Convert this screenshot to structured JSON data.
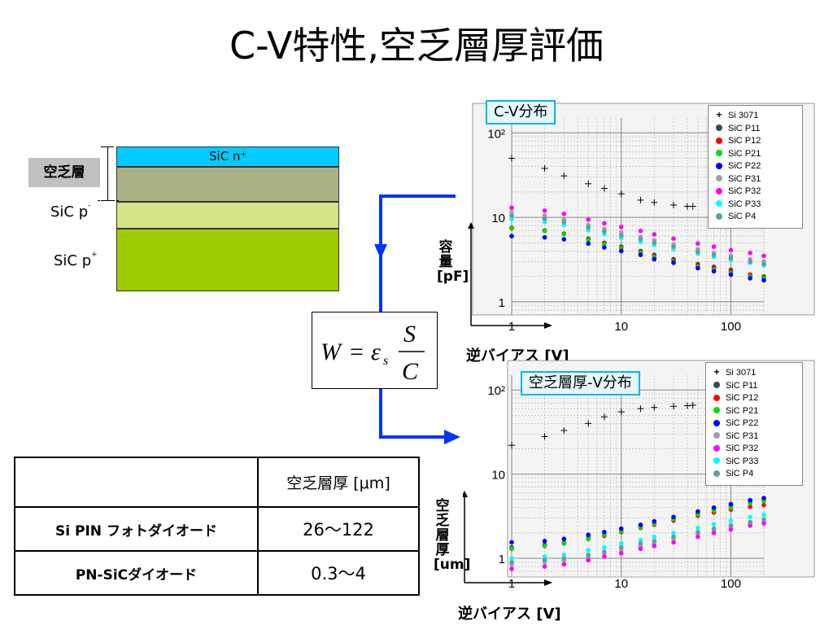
{
  "title": "C-V特性,空乏層厚評価",
  "layers": {
    "n_label": "SiC n",
    "n_sup": "+",
    "depletion_label": "空乏層",
    "p_label": "SiC p",
    "p_sup": "-",
    "pplus_label": "SiC p",
    "pplus_sup": "+"
  },
  "formula": {
    "text": "W = εs S / C"
  },
  "colors": {
    "accent_blue": "#0033ff",
    "tag_border": "#00b8e6",
    "n_layer": "#00ccff",
    "p_plus_layer": "#9dcc00"
  },
  "table": {
    "header": [
      "",
      "空乏層厚 [μm]"
    ],
    "rows": [
      {
        "device": "Si PIN フォトダイオード",
        "value": "26〜122"
      },
      {
        "device": "PN-SiCダイオード",
        "value": "0.3〜4"
      }
    ]
  },
  "legend_items": [
    {
      "name": "Si 3071",
      "marker": "+",
      "color": "#000000"
    },
    {
      "name": "SiC P11",
      "marker": "dot",
      "color": "#2f4f4f"
    },
    {
      "name": "SiC P12",
      "marker": "dot",
      "color": "#ff0000"
    },
    {
      "name": "SiC P21",
      "marker": "dot",
      "color": "#00dd00"
    },
    {
      "name": "SiC P22",
      "marker": "dot",
      "color": "#0000ff"
    },
    {
      "name": "SiC P31",
      "marker": "dot",
      "color": "#a0a0a0"
    },
    {
      "name": "SiC P32",
      "marker": "dot",
      "color": "#ff00ff"
    },
    {
      "name": "SiC P33",
      "marker": "dot",
      "color": "#00ffff"
    },
    {
      "name": "SiC P4",
      "marker": "dot",
      "color": "#5f9ea0"
    }
  ],
  "chart_data": [
    {
      "type": "scatter",
      "tag": "C-V分布",
      "xlabel": "逆バイアス [V]",
      "ylabel": "容量[pF]",
      "x_scale": "log",
      "y_scale": "log",
      "xlim": [
        1,
        200
      ],
      "ylim": [
        0.7,
        150
      ],
      "x_ticks": [
        "1",
        "10",
        "100"
      ],
      "y_ticks": [
        "1",
        "10",
        "10²"
      ],
      "grid": true,
      "legend": "top-right",
      "series": [
        {
          "name": "Si 3071",
          "color": "#000000",
          "marker": "+",
          "x": [
            1,
            2,
            3,
            5,
            7,
            10,
            15,
            20,
            30,
            40,
            45
          ],
          "y": [
            50,
            38,
            31,
            25,
            22,
            19,
            16,
            15,
            14,
            13.5,
            13.5
          ]
        },
        {
          "name": "SiC P11",
          "color": "#2f4f4f",
          "marker": "dot",
          "x": [
            1,
            2,
            3,
            5,
            7,
            10,
            15,
            20,
            30,
            50,
            70,
            100,
            150,
            200
          ],
          "y": [
            7.5,
            7.0,
            6.4,
            5.6,
            5.0,
            4.5,
            4.0,
            3.6,
            3.2,
            2.8,
            2.6,
            2.4,
            2.1,
            2.0
          ]
        },
        {
          "name": "SiC P12",
          "color": "#ff0000",
          "marker": "dot",
          "x": [
            1,
            2,
            3,
            5,
            7,
            10,
            15,
            20,
            30,
            50,
            70,
            100,
            150,
            200
          ],
          "y": [
            7.5,
            7.0,
            6.4,
            5.5,
            4.9,
            4.4,
            3.9,
            3.5,
            3.1,
            2.7,
            2.5,
            2.3,
            2.1,
            1.9
          ]
        },
        {
          "name": "SiC P21",
          "color": "#00dd00",
          "marker": "dot",
          "x": [
            1,
            2,
            3,
            5,
            7,
            10,
            15,
            20,
            30,
            50,
            70,
            100,
            150,
            200
          ],
          "y": [
            7.4,
            6.9,
            6.3,
            5.4,
            4.8,
            4.3,
            3.8,
            3.4,
            3.0,
            2.6,
            2.4,
            2.2,
            2.0,
            1.9
          ]
        },
        {
          "name": "SiC P22",
          "color": "#0000ff",
          "marker": "dot",
          "x": [
            1,
            2,
            3,
            5,
            7,
            10,
            15,
            20,
            30,
            50,
            70,
            100,
            150,
            200
          ],
          "y": [
            6.0,
            5.8,
            5.5,
            4.9,
            4.4,
            4.0,
            3.6,
            3.2,
            2.9,
            2.5,
            2.3,
            2.1,
            1.9,
            1.8
          ]
        },
        {
          "name": "SiC P31",
          "color": "#a0a0a0",
          "marker": "dot",
          "x": [
            1,
            2,
            3,
            5,
            7,
            10,
            15,
            20,
            30,
            50,
            70,
            100,
            150,
            200
          ],
          "y": [
            11.5,
            10.5,
            9.4,
            8.1,
            7.3,
            6.6,
            5.9,
            5.4,
            4.8,
            4.2,
            3.8,
            3.5,
            3.2,
            3.0
          ]
        },
        {
          "name": "SiC P32",
          "color": "#ff00ff",
          "marker": "dot",
          "x": [
            1,
            2,
            3,
            5,
            7,
            10,
            15,
            20,
            30,
            50,
            70,
            100,
            150,
            200
          ],
          "y": [
            13.0,
            12.0,
            11.0,
            9.4,
            8.5,
            7.7,
            6.9,
            6.3,
            5.6,
            4.9,
            4.5,
            4.1,
            3.8,
            3.5
          ]
        },
        {
          "name": "SiC P33",
          "color": "#00ffff",
          "marker": "dot",
          "x": [
            1,
            2,
            3,
            5,
            7,
            10,
            15,
            20,
            30,
            50,
            70,
            100,
            150,
            200
          ],
          "y": [
            9.5,
            8.8,
            8.1,
            7.0,
            6.3,
            5.7,
            5.1,
            4.7,
            4.2,
            3.7,
            3.4,
            3.1,
            2.9,
            2.7
          ]
        },
        {
          "name": "SiC P4",
          "color": "#5f9ea0",
          "marker": "dot",
          "x": [
            1,
            2,
            3,
            5,
            7,
            10,
            15,
            20,
            30,
            50,
            70,
            100,
            150,
            200
          ],
          "y": [
            10.5,
            9.6,
            8.8,
            7.6,
            6.8,
            6.1,
            5.5,
            5.0,
            4.5,
            3.9,
            3.6,
            3.3,
            3.0,
            2.8
          ]
        }
      ]
    },
    {
      "type": "scatter",
      "tag": "空乏層厚-V分布",
      "xlabel": "逆バイアス [V]",
      "ylabel": "空乏層厚[um]",
      "x_scale": "log",
      "y_scale": "log",
      "xlim": [
        1,
        200
      ],
      "ylim": [
        0.6,
        150
      ],
      "x_ticks": [
        "1",
        "10",
        "100"
      ],
      "y_ticks": [
        "1",
        "10",
        "10²"
      ],
      "grid": true,
      "legend": "top-right",
      "series": [
        {
          "name": "Si 3071",
          "color": "#000000",
          "marker": "+",
          "x": [
            1,
            2,
            3,
            5,
            7,
            10,
            15,
            20,
            30,
            40,
            45
          ],
          "y": [
            22,
            28,
            33,
            40,
            48,
            55,
            60,
            62,
            64,
            65,
            66
          ]
        },
        {
          "name": "SiC P11",
          "color": "#2f4f4f",
          "marker": "dot",
          "x": [
            1,
            2,
            3,
            5,
            7,
            10,
            15,
            20,
            30,
            50,
            70,
            100,
            150,
            200
          ],
          "y": [
            1.35,
            1.45,
            1.55,
            1.75,
            1.9,
            2.1,
            2.4,
            2.6,
            2.95,
            3.4,
            3.8,
            4.2,
            4.7,
            5.0
          ]
        },
        {
          "name": "SiC P12",
          "color": "#ff0000",
          "marker": "dot",
          "x": [
            1,
            2,
            3,
            5,
            7,
            10,
            15,
            20,
            30,
            50,
            70,
            100,
            150,
            200
          ],
          "y": [
            1.3,
            1.4,
            1.5,
            1.7,
            1.85,
            2.05,
            2.3,
            2.5,
            2.8,
            3.2,
            3.5,
            3.8,
            4.1,
            4.3
          ]
        },
        {
          "name": "SiC P21",
          "color": "#00dd00",
          "marker": "dot",
          "x": [
            1,
            2,
            3,
            5,
            7,
            10,
            15,
            20,
            30,
            50,
            70,
            100,
            150,
            200
          ],
          "y": [
            1.3,
            1.4,
            1.5,
            1.7,
            1.9,
            2.1,
            2.35,
            2.55,
            2.9,
            3.3,
            3.7,
            4.0,
            4.5,
            4.8
          ]
        },
        {
          "name": "SiC P22",
          "color": "#0000ff",
          "marker": "dot",
          "x": [
            1,
            2,
            3,
            5,
            7,
            10,
            15,
            20,
            30,
            50,
            70,
            100,
            150,
            200
          ],
          "y": [
            1.55,
            1.6,
            1.7,
            1.9,
            2.05,
            2.25,
            2.5,
            2.75,
            3.1,
            3.6,
            4.0,
            4.4,
            4.9,
            5.2
          ]
        },
        {
          "name": "SiC P31",
          "color": "#a0a0a0",
          "marker": "dot",
          "x": [
            1,
            2,
            3,
            5,
            7,
            10,
            15,
            20,
            30,
            50,
            70,
            100,
            150,
            200
          ],
          "y": [
            0.85,
            0.9,
            0.95,
            1.05,
            1.15,
            1.25,
            1.4,
            1.5,
            1.7,
            1.95,
            2.15,
            2.35,
            2.6,
            2.8
          ]
        },
        {
          "name": "SiC P32",
          "color": "#ff00ff",
          "marker": "dot",
          "x": [
            1,
            2,
            3,
            5,
            7,
            10,
            15,
            20,
            30,
            50,
            70,
            100,
            150,
            200
          ],
          "y": [
            0.75,
            0.8,
            0.85,
            0.95,
            1.05,
            1.15,
            1.3,
            1.4,
            1.55,
            1.8,
            2.0,
            2.2,
            2.45,
            2.6
          ]
        },
        {
          "name": "SiC P33",
          "color": "#00ffff",
          "marker": "dot",
          "x": [
            1,
            2,
            3,
            5,
            7,
            10,
            15,
            20,
            30,
            50,
            70,
            100,
            150,
            200
          ],
          "y": [
            1.0,
            1.05,
            1.1,
            1.25,
            1.35,
            1.5,
            1.65,
            1.8,
            2.0,
            2.3,
            2.55,
            2.8,
            3.1,
            3.3
          ]
        },
        {
          "name": "SiC P4",
          "color": "#5f9ea0",
          "marker": "dot",
          "x": [
            1,
            2,
            3,
            5,
            7,
            10,
            15,
            20,
            30,
            50,
            70,
            100,
            150,
            200
          ],
          "y": [
            0.9,
            0.95,
            1.0,
            1.1,
            1.2,
            1.35,
            1.5,
            1.6,
            1.8,
            2.05,
            2.25,
            2.45,
            2.7,
            2.9
          ]
        }
      ]
    }
  ]
}
